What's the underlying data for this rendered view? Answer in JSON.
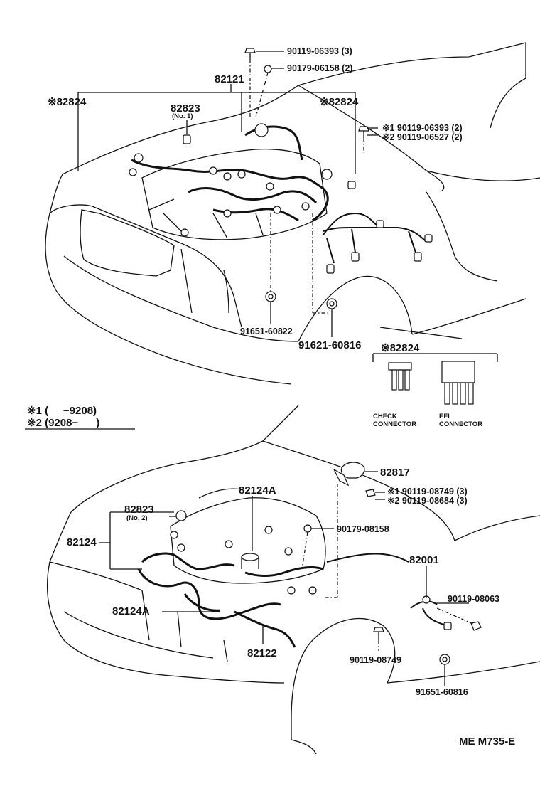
{
  "labels": {
    "p_90119_06393": "90119-06393 (3)",
    "p_90179_06158": "90179-06158 (2)",
    "p_82121": "82121",
    "p_82824_left": "※82824",
    "p_82823": "82823",
    "p_82823_no1": "(No. 1)",
    "p_82824_right": "※82824",
    "p_star1_06393": "※1 90119-06393 (2)",
    "p_star2_06527": "※2 90119-06527 (2)",
    "p_91651_60822": "91651-60822",
    "p_91621_60816": "91621-60816",
    "p_82824_conn": "※82824",
    "check_connector_line1": "CHECK",
    "check_connector_line2": "CONNECTOR",
    "efi_connector_line1": "EFI",
    "efi_connector_line2": "CONNECTOR",
    "legend_1": "※1 (     −9208)",
    "legend_2": "※2 (9208−      )",
    "p_82817": "82817",
    "p_star1_08749": "※1 90119-08749 (3)",
    "p_star2_08684": "※2 90119-08684 (3)",
    "p_82124A_top": "82124A",
    "p_82823_b": "82823",
    "p_82823_no2": "(No. 2)",
    "p_82124": "82124",
    "p_90179_08158": "90179-08158",
    "p_82001": "82001",
    "p_90119_08063": "90119-08063",
    "p_82124A_bottom": "82124A",
    "p_82122": "82122",
    "p_90119_08749": "90119-08749",
    "p_91651_60816": "91651-60816",
    "ref_code": "ME M735-E"
  }
}
